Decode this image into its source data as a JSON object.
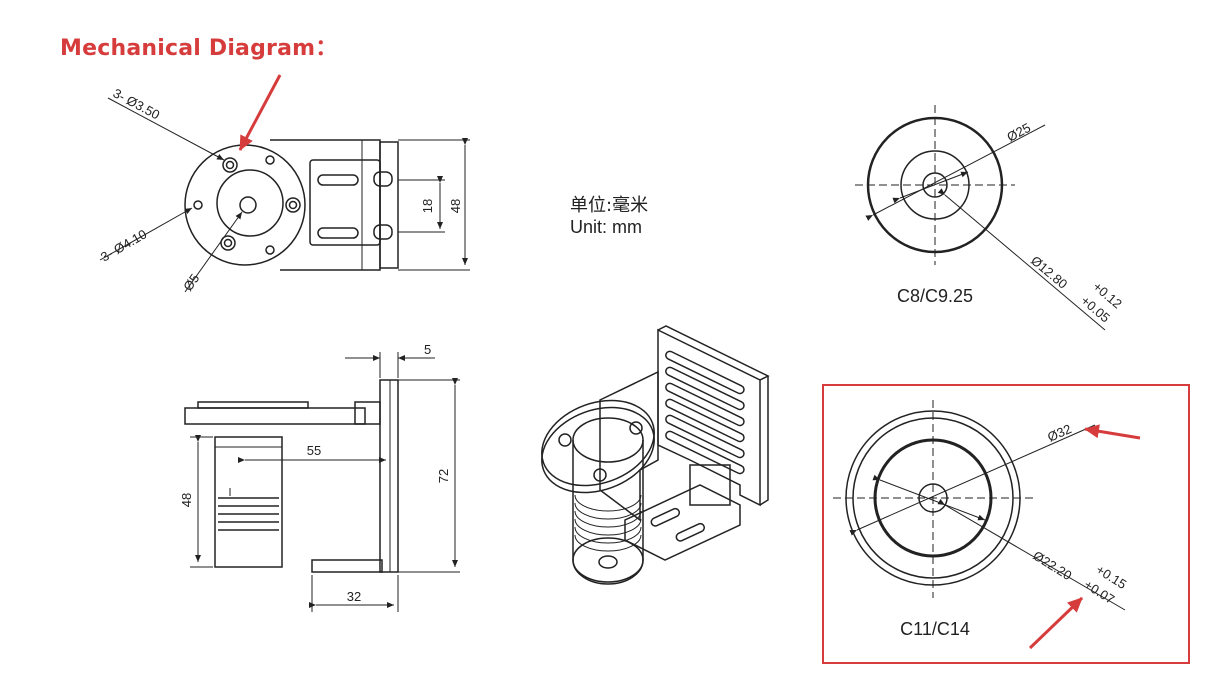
{
  "title": "Mechanical Diagram：",
  "units": {
    "cn": "单位:毫米",
    "en": "Unit:  mm"
  },
  "front_view": {
    "holes_small": "3- Ø3.50",
    "holes_mid": "3- Ø4.10",
    "hole_center": "Ø5",
    "slot_height": "18",
    "bracket_height": "48"
  },
  "side_view": {
    "thickness": "5",
    "depth": "55",
    "height": "72",
    "coupling_height": "48",
    "base_width": "32"
  },
  "coupling_small": {
    "outer_dia": "Ø25",
    "bore_dia": "Ø12.80",
    "tol_upper": "+0.12",
    "tol_lower": "+0.05",
    "label": "C8/C9.25"
  },
  "coupling_large": {
    "outer_dia": "Ø32",
    "bore_dia": "Ø22.20",
    "tol_upper": "+0.15",
    "tol_lower": "+0.07",
    "label": "C11/C14"
  },
  "colors": {
    "accent": "#d63c3c",
    "line": "#222222"
  }
}
